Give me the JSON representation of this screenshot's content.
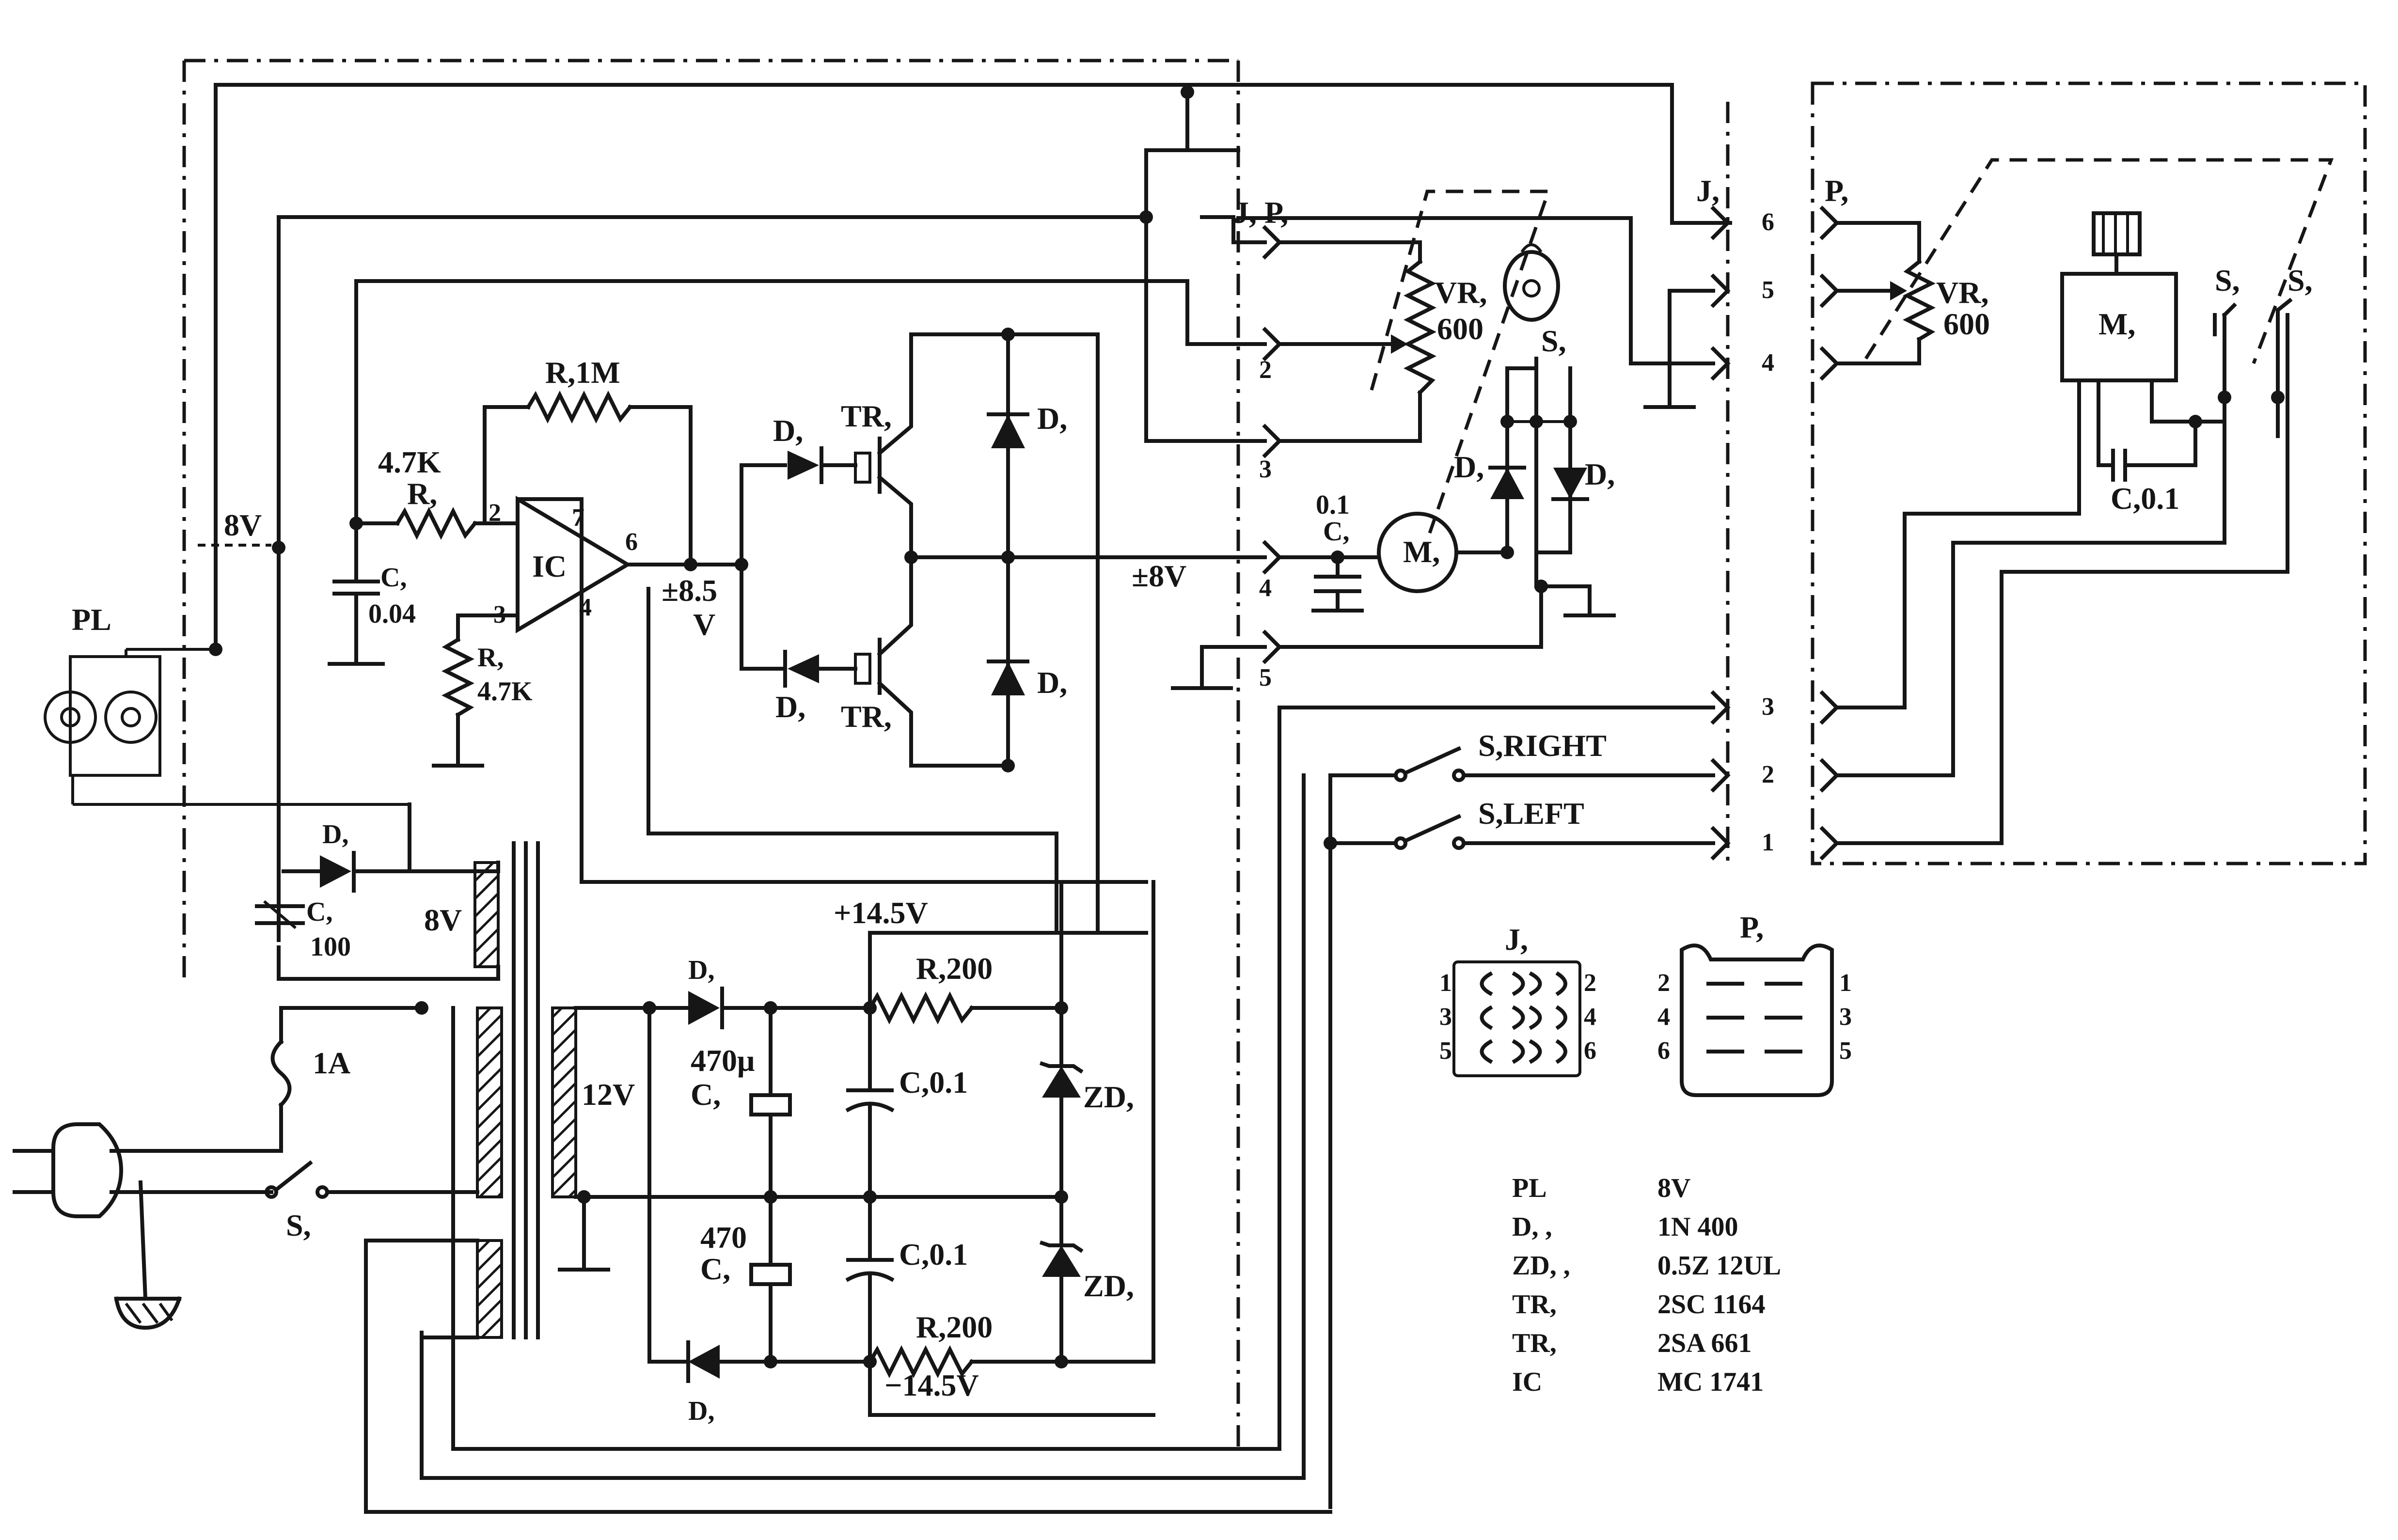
{
  "labels": {
    "pl": "PL",
    "v8_left": "8V",
    "c_0_04_name": "C,",
    "c_0_04_value": "0.04",
    "r_4_7k_value": "4.7K",
    "r1_name": "R,",
    "r_1m": "R,1M",
    "r2_name": "R,",
    "r2_value": "4.7K",
    "ic": "IC",
    "ic_pin7": "7",
    "ic_pin6": "6",
    "ic_pin2": "2",
    "ic_pin3": "3",
    "ic_pin4": "4",
    "v_pm8_5": "±8.5",
    "v_unit": "V",
    "d_upper": "D,",
    "d_lower": "D,",
    "tr_upper": "TR,",
    "tr_lower": "TR,",
    "d_bridge_upper": "D,",
    "d_bridge_lower": "D,",
    "v_pm8v": "±8V",
    "c_0_1_value": "0.1",
    "c_0_1_name": "C,",
    "m1": "M,",
    "d_motor_left": "D,",
    "d_motor_right": "D,",
    "s_motor": "S,",
    "vr_left_name": "VR,",
    "vr_left_value": "600",
    "jp_label": "J, P,",
    "conn_pin_2": "2",
    "conn_pin_3": "3",
    "conn_pin_4": "4",
    "conn_pin_5": "5",
    "j_label_right": "J,",
    "jr_6": "6",
    "jr_5": "5",
    "jr_4": "4",
    "jr_3": "3",
    "jr_2": "2",
    "jr_1": "1",
    "s_right": "S,RIGHT",
    "s_left": "S,LEFT",
    "p_right": "P,",
    "vr_right_name": "VR,",
    "vr_right_value": "600",
    "m_right": "M,",
    "s_right_a": "S,",
    "s_right_b": "S,",
    "c_right": "C,0.1",
    "d_pl": "D,",
    "c_100_name": "C,",
    "c_100_value": "100",
    "v8_winding": "8V",
    "v_p14_5": "+14.5V",
    "d_psu_top": "D,",
    "r_200_top": "R,200",
    "cap_470_top": "470μ",
    "cap_470_top_name": "C,",
    "c_0_1_top": "C,0.1",
    "zd_top": "ZD,",
    "v12": "12V",
    "fuse": "1A",
    "cap_470_bot": "470",
    "cap_470_bot_name": "C,",
    "c_0_1_bot": "C,0.1",
    "zd_bot": "ZD,",
    "r_200_bot": "R,200",
    "v_m14_5": "−14.5V",
    "d_psu_bot": "D,",
    "s1": "S,"
  },
  "connectors": {
    "j": {
      "title": "J,",
      "left_pins": [
        "1",
        "3",
        "5"
      ],
      "right_pins": [
        "2",
        "4",
        "6"
      ]
    },
    "p": {
      "title": "P,",
      "left_pins": [
        "2",
        "4",
        "6"
      ],
      "right_pins": [
        "1",
        "3",
        "5"
      ]
    }
  },
  "parts_list": [
    {
      "ref": "PL",
      "value": "8V"
    },
    {
      "ref": "D, ,",
      "value": "1N 400"
    },
    {
      "ref": "ZD, ,",
      "value": "0.5Z 12UL"
    },
    {
      "ref": "TR,",
      "value": "2SC 1164"
    },
    {
      "ref": "TR,",
      "value": "2SA 661"
    },
    {
      "ref": "IC",
      "value": "MC 1741"
    }
  ],
  "colors": {
    "ink": "#161616",
    "paper": "#ffffff"
  }
}
